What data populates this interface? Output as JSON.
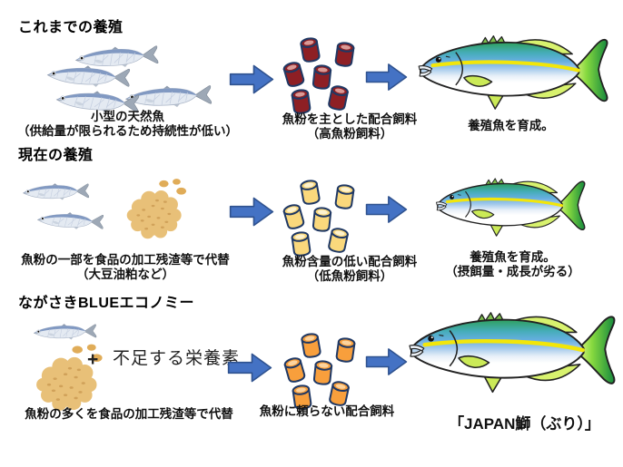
{
  "diagram": {
    "language": "ja",
    "rows": "3-stage comparison of yellowtail aquaculture feed"
  },
  "colors": {
    "arrow_fill": "#4472C4",
    "arrow_border": "#2F528F",
    "pellet_traditional": "#8E1F24",
    "pellet_current": "#FAD87C",
    "pellet_blue_economy": "#F89F3C",
    "soy_meal": "#E8C078",
    "sardine_back": "#8199C2",
    "buri_stripe": "#F2E60A"
  },
  "icons": {
    "sardine-icon": "small silver forage fish illustration",
    "soybean-meal-icon": "tan crumb pile (soybean meal) illustration",
    "feed-pellet-icon": "cylindrical feed pellet",
    "arrow-right-icon": "blue block arrow pointing right",
    "yellowtail-icon": "green/blue yellowtail (buri) fish illustration"
  },
  "rows": [
    {
      "title": "これまでの養殖",
      "source_caption": [
        "小型の天然魚",
        "（供給量が限られるため持続性が低い）"
      ],
      "feed_caption": [
        "魚粉を主とした配合飼料",
        "（高魚粉飼料）"
      ],
      "result_caption": [
        "養殖魚を育成。"
      ]
    },
    {
      "title": "現在の養殖",
      "source_caption": [
        "魚粉の一部を食品の加工残渣等で代替",
        "（大豆油粕など）"
      ],
      "feed_caption": [
        "魚粉含量の低い配合飼料",
        "（低魚粉飼料）"
      ],
      "result_caption": [
        "養殖魚を育成。",
        "（摂餌量・成長が劣る）"
      ]
    },
    {
      "title": "ながさきBLUEエコノミー",
      "plus_sign": "+",
      "added_nutrients_label": "不足する栄養素",
      "source_caption": [
        "魚粉の多くを食品の加工残渣等で代替"
      ],
      "feed_caption": [
        "魚粉に頼らない配合飼料"
      ],
      "result_caption": [
        "「JAPAN鰤（ぶり）」"
      ]
    }
  ]
}
